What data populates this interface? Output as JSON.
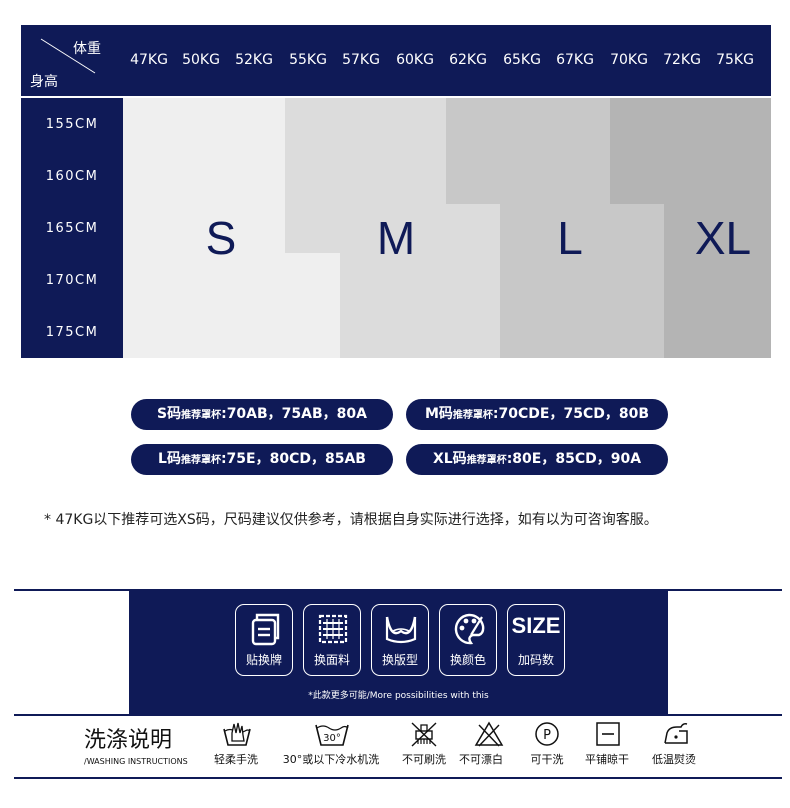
{
  "header": {
    "weight_label": "体重",
    "height_label": "身高",
    "weights": [
      "47KG",
      "50KG",
      "52KG",
      "55KG",
      "57KG",
      "60KG",
      "62KG",
      "65KG",
      "67KG",
      "70KG",
      "72KG",
      "75KG"
    ]
  },
  "heights": [
    "155CM",
    "160CM",
    "165CM",
    "170CM",
    "175CM"
  ],
  "sizes": [
    "S",
    "M",
    "L",
    "XL"
  ],
  "zone_colors": {
    "S": "#efefef",
    "M": "#dcdcdc",
    "L": "#c8c8c8",
    "XL": "#b4b4b4",
    "navy": "#0f1a57"
  },
  "recommendations": [
    {
      "size": "S码",
      "tag": "推荐罩杯",
      "cups": ":70AB，75AB，80A"
    },
    {
      "size": "M码",
      "tag": "推荐罩杯",
      "cups": ":70CDE，75CD，80B"
    },
    {
      "size": "L码",
      "tag": "推荐罩杯",
      "cups": ":75E，80CD，85AB"
    },
    {
      "size": "XL码",
      "tag": "推荐罩杯",
      "cups": ":80E，85CD，90A"
    }
  ],
  "note": "* 47KG以下推荐可选XS码，尺码建议仅供参考，请根据自身实际进行选择，如有以为可咨询客服。",
  "customization": {
    "items": [
      {
        "icon": "label-tag-icon",
        "label": "贴换牌"
      },
      {
        "icon": "fabric-icon",
        "label": "换面料"
      },
      {
        "icon": "bra-pattern-icon",
        "label": "换版型"
      },
      {
        "icon": "color-palette-icon",
        "label": "换颜色"
      },
      {
        "icon": "size-icon",
        "label": "加码数",
        "word": "SIZE"
      }
    ],
    "note": "*此款更多可能/More possibilities with this"
  },
  "washing": {
    "title": "洗涤说明",
    "subtitle": "/WASHING INSTRUCTIONS",
    "items": [
      {
        "icon": "hand-wash-icon",
        "label": "轻柔手洗"
      },
      {
        "icon": "machine-wash-30-icon",
        "label": "30°或以下冷水机洗",
        "temp": "30°"
      },
      {
        "icon": "no-brush-icon",
        "label": "不可刷洗"
      },
      {
        "icon": "no-bleach-icon",
        "label": "不可漂白"
      },
      {
        "icon": "dry-clean-icon",
        "label": "可干洗",
        "letter": "P"
      },
      {
        "icon": "dry-flat-icon",
        "label": "平铺晾干"
      },
      {
        "icon": "low-iron-icon",
        "label": "低温熨烫"
      }
    ]
  }
}
